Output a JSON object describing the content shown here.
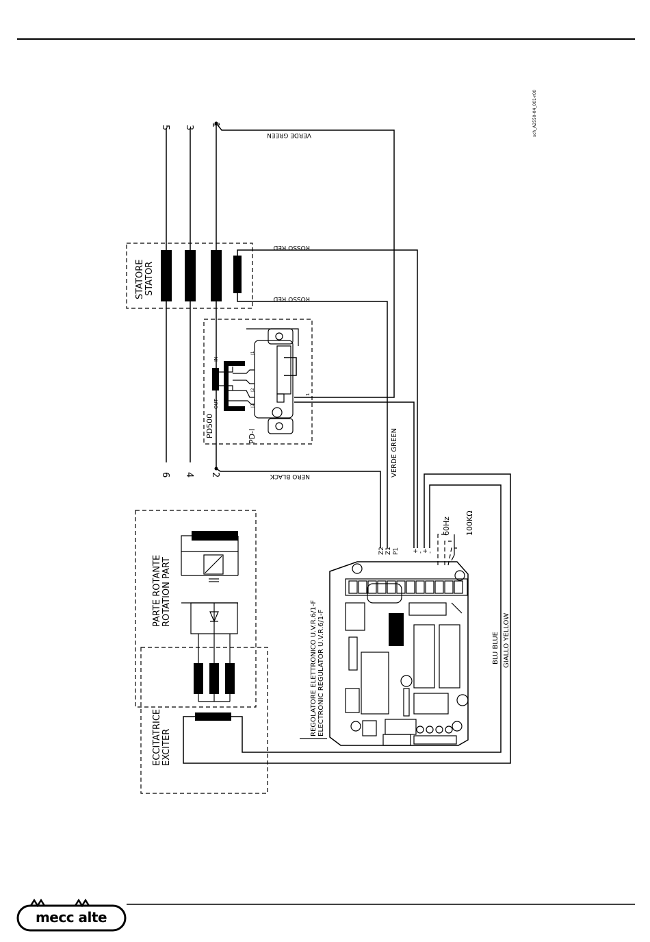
{
  "terminals": {
    "t5": "5",
    "t3": "3",
    "t1": "1",
    "t6": "6",
    "t4": "4",
    "t2": "2"
  },
  "stator": {
    "label_it": "STATORE",
    "label_en": "STATOR"
  },
  "wires": {
    "verde_green_top": "VERDE GREEN",
    "rosso_red_1": "ROSSO RED",
    "rosso_red_2": "ROSSO RED",
    "nero_black": "NERO BLACK",
    "verde_green_mid": "VERDE GREEN",
    "blu_blue": "BLU BLUE",
    "giallo_yellow": "GIALLO YELLOW"
  },
  "pd500": {
    "title": "PD500",
    "module": "PD-I",
    "in_label": "IN",
    "out_label": "OUT",
    "j1": "J1",
    "j2": "J2",
    "j3": "J3",
    "pin1": "1"
  },
  "rotating": {
    "label_it": "PARTE ROTANTE",
    "label_en": "ROTATION PART"
  },
  "exciter": {
    "label_it": "ECCITATRICE",
    "label_en": "EXCITER"
  },
  "regulator": {
    "label_it": "REGOLATORE ELETTRONICO U.V.R.6/1-F",
    "label_en": "ELECTRONIC REGULATOR U.V.R.6/1-F",
    "term_z2": "Z2",
    "term_z1": "Z1",
    "term_p1": "P1",
    "term_plus": "+",
    "term_minus": "-",
    "hz": "60Hz",
    "resistor": "100KΩ"
  },
  "doc_code": "sch_A2550-04_001-r00",
  "brand": {
    "logo_text": "mecc alte"
  }
}
